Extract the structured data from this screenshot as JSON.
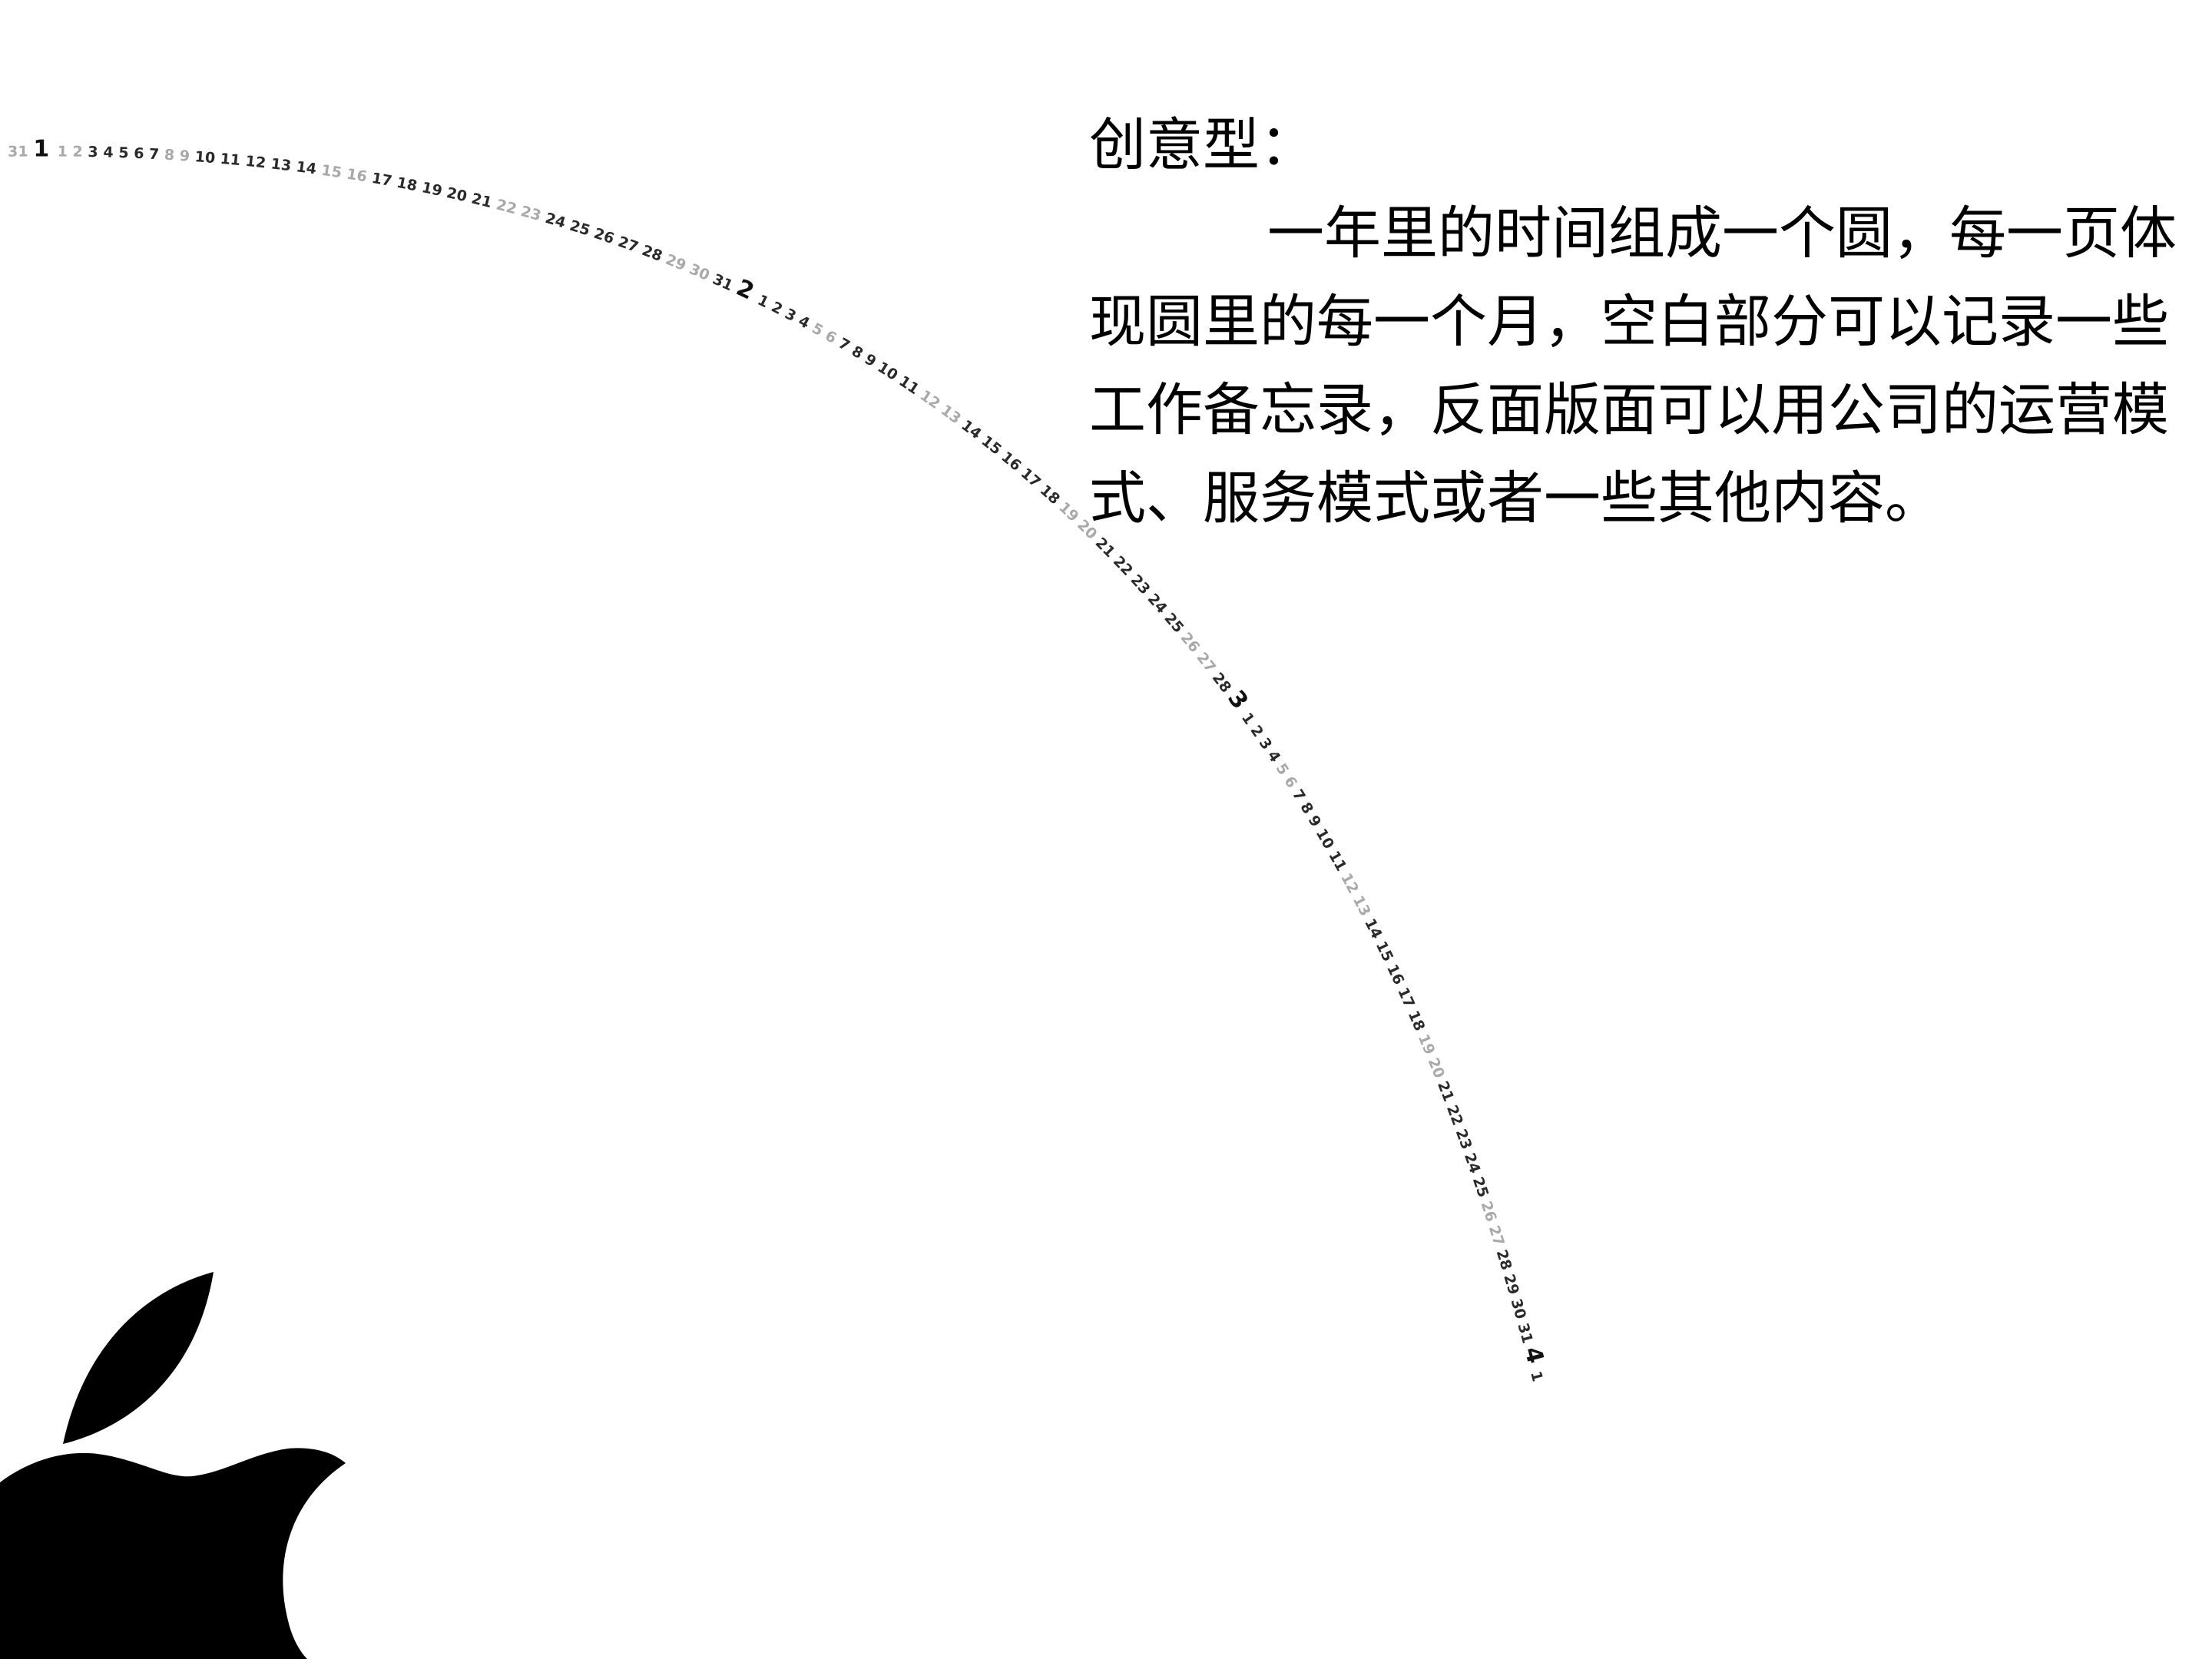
{
  "heading": "创意型：",
  "body": "一年里的时间组成一个圆，每一页体现圆里的每一个月，空白部分可以记录一些工作备忘录，反面版面可以用公司的运营模式、服务模式或者一些其他内容。",
  "calendar_arc": {
    "leading": "31",
    "months": [
      {
        "label": "1",
        "days": 31,
        "light": [
          1,
          2,
          8,
          9,
          15,
          16,
          22,
          23,
          29,
          30
        ]
      },
      {
        "label": "2",
        "days": 28,
        "light": [
          5,
          6,
          12,
          13,
          19,
          20,
          26,
          27
        ]
      },
      {
        "label": "3",
        "days": 31,
        "light": [
          5,
          6,
          12,
          13,
          19,
          20,
          26,
          27
        ]
      },
      {
        "label": "4",
        "days": 1,
        "light": []
      }
    ]
  },
  "logo": {
    "icon": "apple-logo-icon",
    "color": "#000000"
  }
}
